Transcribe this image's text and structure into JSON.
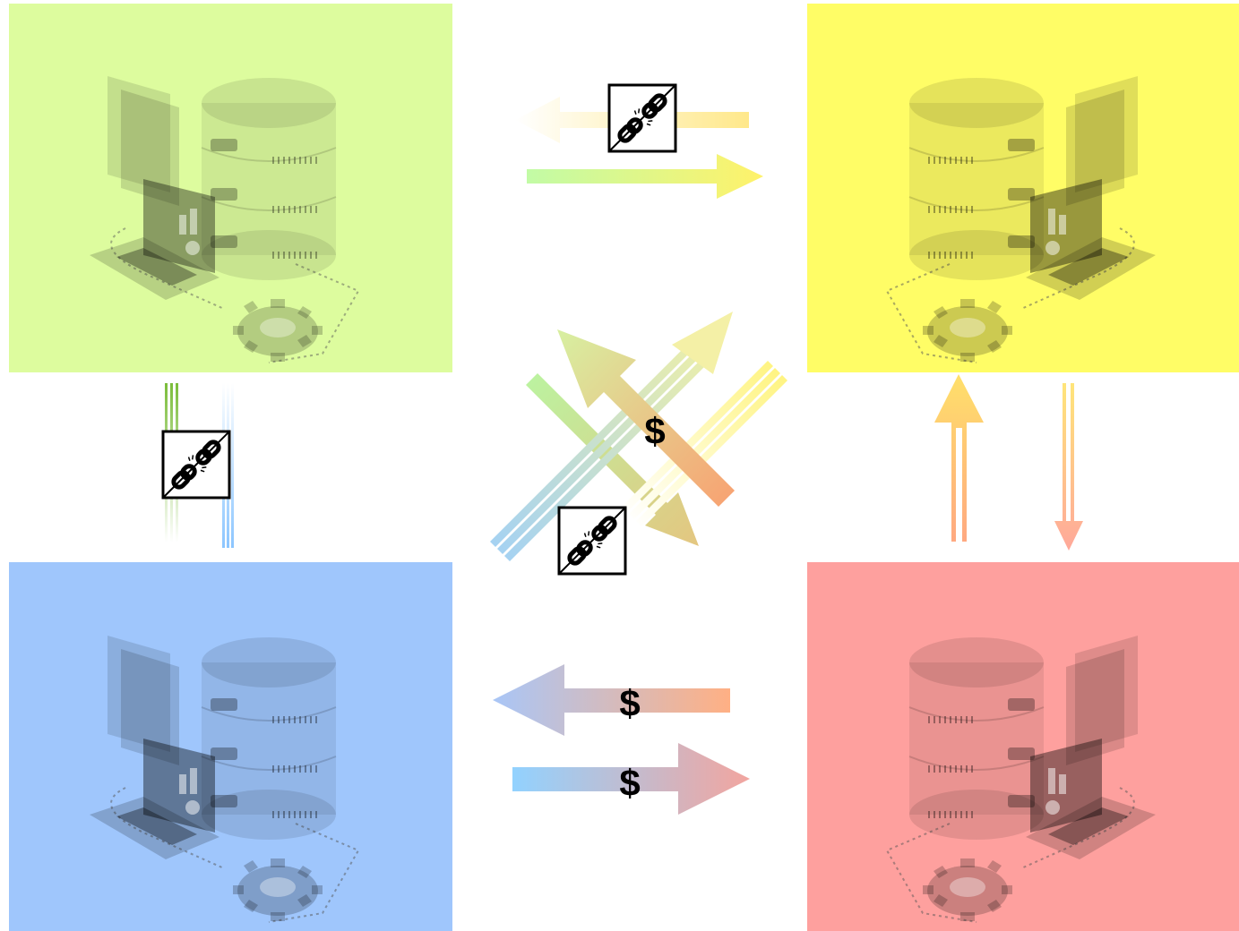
{
  "nodes": {
    "top_left": {
      "color": "#ddfc9e",
      "icon": "database-server-icon"
    },
    "top_right": {
      "color": "#fffd66",
      "icon": "database-server-icon"
    },
    "bottom_left": {
      "color": "#9fc6fc",
      "icon": "database-server-icon"
    },
    "bottom_right": {
      "color": "#fea09e",
      "icon": "database-server-icon"
    }
  },
  "badges": {
    "payment_symbol": "$",
    "link_icon": "broken-chain-icon"
  },
  "links": [
    {
      "id": "tr-to-tl",
      "badge": "broken-chain-icon"
    },
    {
      "id": "tl-to-tr",
      "badge": ""
    },
    {
      "id": "tl-bl-line",
      "badge": "broken-chain-icon"
    },
    {
      "id": "tr-br-pair",
      "badge": ""
    },
    {
      "id": "br-to-tl",
      "badge": "$"
    },
    {
      "id": "bl-to-tr",
      "badge": ""
    },
    {
      "id": "tl-to-br",
      "badge": ""
    },
    {
      "id": "tr-bl-line",
      "badge": "broken-chain-icon"
    },
    {
      "id": "br-to-bl",
      "badge": "$"
    },
    {
      "id": "bl-to-br",
      "badge": "$"
    }
  ]
}
